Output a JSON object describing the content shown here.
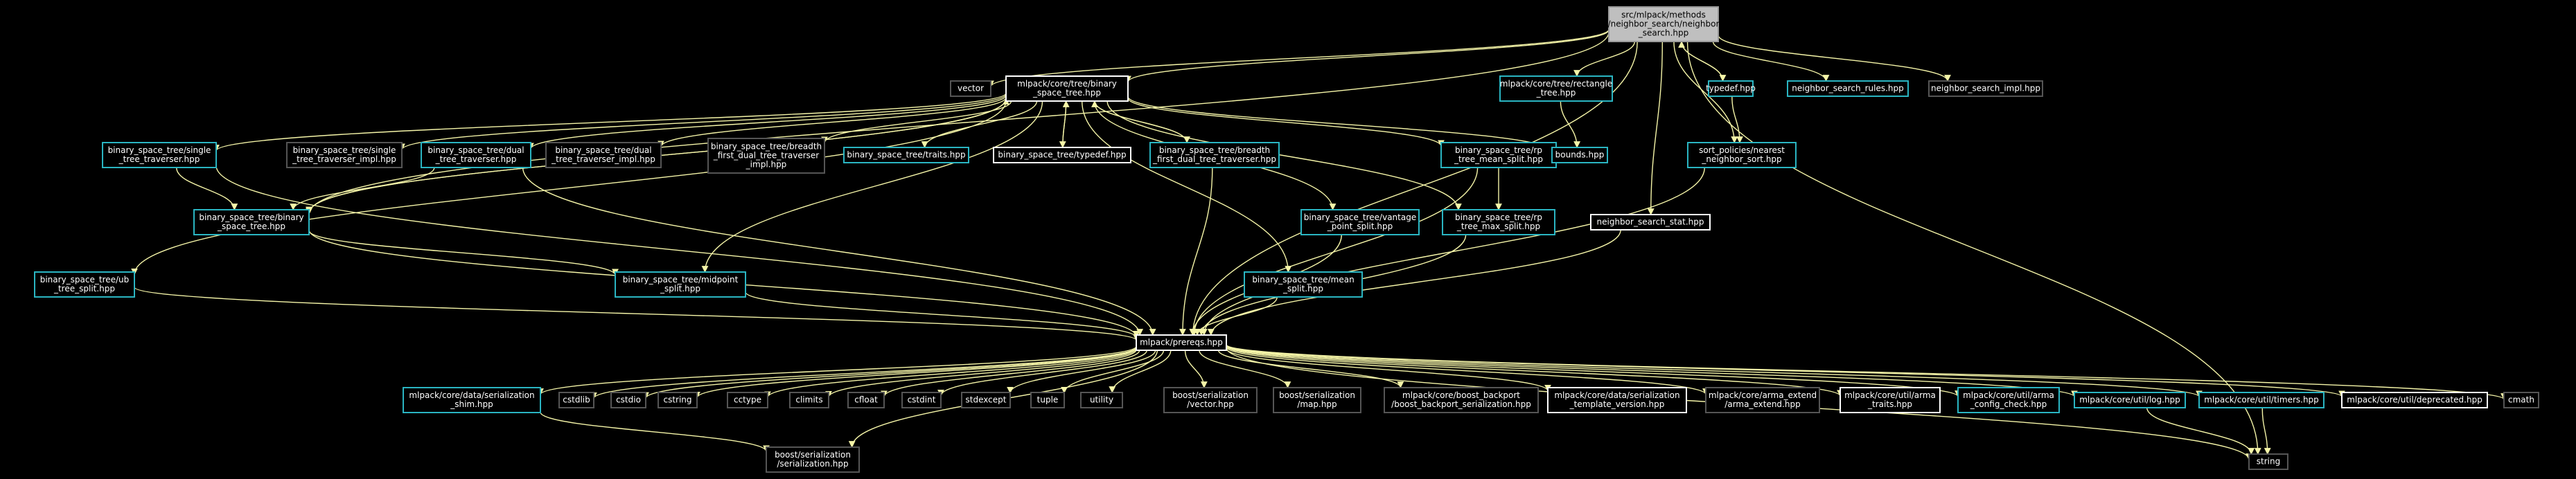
{
  "colors": {
    "background": "#000000",
    "edge": "#f5f5a8",
    "box_cyan": "#2ab5c2",
    "box_white": "#ffffff",
    "box_gray": "#555555",
    "root_fill": "#bfbfbf",
    "root_stroke": "#9a9a9a",
    "text_light": "#ffffff",
    "text_dark": "#000000"
  },
  "nodes": [
    {
      "id": "root",
      "lines": [
        "src/mlpack/methods",
        "/neighbor_search/neighbor",
        "_search.hpp"
      ],
      "style": "root"
    },
    {
      "id": "vector",
      "lines": [
        "vector"
      ],
      "style": "gray"
    },
    {
      "id": "bst",
      "lines": [
        "mlpack/core/tree/binary",
        "_space_tree.hpp"
      ],
      "style": "white"
    },
    {
      "id": "rect",
      "lines": [
        "mlpack/core/tree/rectangle",
        "_tree.hpp"
      ],
      "style": "cyan"
    },
    {
      "id": "typedef",
      "lines": [
        "typedef.hpp"
      ],
      "style": "cyan"
    },
    {
      "id": "nsrules",
      "lines": [
        "neighbor_search_rules.hpp"
      ],
      "style": "cyan"
    },
    {
      "id": "nsimpl",
      "lines": [
        "neighbor_search_impl.hpp"
      ],
      "style": "gray"
    },
    {
      "id": "single",
      "lines": [
        "binary_space_tree/single",
        "_tree_traverser.hpp"
      ],
      "style": "cyan"
    },
    {
      "id": "singleimpl",
      "lines": [
        "binary_space_tree/single",
        "_tree_traverser_impl.hpp"
      ],
      "style": "gray"
    },
    {
      "id": "dual",
      "lines": [
        "binary_space_tree/dual",
        "_tree_traverser.hpp"
      ],
      "style": "cyan"
    },
    {
      "id": "dualimpl",
      "lines": [
        "binary_space_tree/dual",
        "_tree_traverser_impl.hpp"
      ],
      "style": "gray"
    },
    {
      "id": "bfdtimpl",
      "lines": [
        "binary_space_tree/breadth",
        "_first_dual_tree_traverser",
        "_impl.hpp"
      ],
      "style": "gray"
    },
    {
      "id": "traits",
      "lines": [
        "binary_space_tree/traits.hpp"
      ],
      "style": "cyan"
    },
    {
      "id": "bsttypedef",
      "lines": [
        "binary_space_tree/typedef.hpp"
      ],
      "style": "white"
    },
    {
      "id": "bfdt",
      "lines": [
        "binary_space_tree/breadth",
        "_first_dual_tree_traverser.hpp"
      ],
      "style": "cyan"
    },
    {
      "id": "rpmean",
      "lines": [
        "binary_space_tree/rp",
        "_tree_mean_split.hpp"
      ],
      "style": "cyan"
    },
    {
      "id": "bounds",
      "lines": [
        "bounds.hpp"
      ],
      "style": "cyan"
    },
    {
      "id": "sortnearest",
      "lines": [
        "sort_policies/nearest",
        "_neighbor_sort.hpp"
      ],
      "style": "cyan"
    },
    {
      "id": "bstinner",
      "lines": [
        "binary_space_tree/binary",
        "_space_tree.hpp"
      ],
      "style": "cyan"
    },
    {
      "id": "vantage",
      "lines": [
        "binary_space_tree/vantage",
        "_point_split.hpp"
      ],
      "style": "cyan"
    },
    {
      "id": "rpmax",
      "lines": [
        "binary_space_tree/rp",
        "_tree_max_split.hpp"
      ],
      "style": "cyan"
    },
    {
      "id": "nsstat",
      "lines": [
        "neighbor_search_stat.hpp"
      ],
      "style": "white"
    },
    {
      "id": "ub",
      "lines": [
        "binary_space_tree/ub",
        "_tree_split.hpp"
      ],
      "style": "cyan"
    },
    {
      "id": "midpoint",
      "lines": [
        "binary_space_tree/midpoint",
        "_split.hpp"
      ],
      "style": "cyan"
    },
    {
      "id": "mean",
      "lines": [
        "binary_space_tree/mean",
        "_split.hpp"
      ],
      "style": "cyan"
    },
    {
      "id": "prereqs",
      "lines": [
        "mlpack/prereqs.hpp"
      ],
      "style": "white"
    },
    {
      "id": "shim",
      "lines": [
        "mlpack/core/data/serialization",
        "_shim.hpp"
      ],
      "style": "cyan"
    },
    {
      "id": "cstdlib",
      "lines": [
        "cstdlib"
      ],
      "style": "gray"
    },
    {
      "id": "cstdio",
      "lines": [
        "cstdio"
      ],
      "style": "gray"
    },
    {
      "id": "cstring",
      "lines": [
        "cstring"
      ],
      "style": "gray"
    },
    {
      "id": "cctype",
      "lines": [
        "cctype"
      ],
      "style": "gray"
    },
    {
      "id": "climits",
      "lines": [
        "climits"
      ],
      "style": "gray"
    },
    {
      "id": "cfloat",
      "lines": [
        "cfloat"
      ],
      "style": "gray"
    },
    {
      "id": "cstdint",
      "lines": [
        "cstdint"
      ],
      "style": "gray"
    },
    {
      "id": "stdexcept",
      "lines": [
        "stdexcept"
      ],
      "style": "gray"
    },
    {
      "id": "tuple",
      "lines": [
        "tuple"
      ],
      "style": "gray"
    },
    {
      "id": "utility",
      "lines": [
        "utility"
      ],
      "style": "gray"
    },
    {
      "id": "bvector",
      "lines": [
        "boost/serialization",
        "/vector.hpp"
      ],
      "style": "gray"
    },
    {
      "id": "bmap",
      "lines": [
        "boost/serialization",
        "/map.hpp"
      ],
      "style": "gray"
    },
    {
      "id": "backport",
      "lines": [
        "mlpack/core/boost_backport",
        "/boost_backport_serialization.hpp"
      ],
      "style": "gray"
    },
    {
      "id": "tplver",
      "lines": [
        "mlpack/core/data/serialization",
        "_template_version.hpp"
      ],
      "style": "white"
    },
    {
      "id": "armaext",
      "lines": [
        "mlpack/core/arma_extend",
        "/arma_extend.hpp"
      ],
      "style": "gray"
    },
    {
      "id": "armatraits",
      "lines": [
        "mlpack/core/util/arma",
        "_traits.hpp"
      ],
      "style": "white"
    },
    {
      "id": "armaconfig",
      "lines": [
        "mlpack/core/util/arma",
        "_config_check.hpp"
      ],
      "style": "cyan"
    },
    {
      "id": "log",
      "lines": [
        "mlpack/core/util/log.hpp"
      ],
      "style": "cyan"
    },
    {
      "id": "timers",
      "lines": [
        "mlpack/core/util/timers.hpp"
      ],
      "style": "cyan"
    },
    {
      "id": "deprecated",
      "lines": [
        "mlpack/core/util/deprecated.hpp"
      ],
      "style": "white"
    },
    {
      "id": "cmath",
      "lines": [
        "cmath"
      ],
      "style": "gray"
    },
    {
      "id": "bser",
      "lines": [
        "boost/serialization",
        "/serialization.hpp"
      ],
      "style": "gray"
    },
    {
      "id": "string",
      "lines": [
        "string"
      ],
      "style": "gray"
    }
  ],
  "edges": [
    [
      "root",
      "vector"
    ],
    [
      "root",
      "bst"
    ],
    [
      "root",
      "rect"
    ],
    [
      "root",
      "typedef"
    ],
    [
      "root",
      "nsrules"
    ],
    [
      "root",
      "nsimpl"
    ],
    [
      "root",
      "sortnearest"
    ],
    [
      "root",
      "nsstat"
    ],
    [
      "root",
      "prereqs"
    ],
    [
      "root",
      "bstinner"
    ],
    [
      "root",
      "string"
    ],
    [
      "typedef",
      "root"
    ],
    [
      "typedef",
      "sortnearest"
    ],
    [
      "rect",
      "bounds"
    ],
    [
      "bst",
      "single"
    ],
    [
      "bst",
      "singleimpl"
    ],
    [
      "bst",
      "dual"
    ],
    [
      "bst",
      "dualimpl"
    ],
    [
      "bst",
      "bfdtimpl"
    ],
    [
      "bst",
      "traits"
    ],
    [
      "bst",
      "bsttypedef"
    ],
    [
      "bst",
      "bfdt"
    ],
    [
      "bst",
      "rpmean"
    ],
    [
      "bst",
      "bounds"
    ],
    [
      "bst",
      "bstinner"
    ],
    [
      "bst",
      "vantage"
    ],
    [
      "bst",
      "rpmax"
    ],
    [
      "bst",
      "ub"
    ],
    [
      "bst",
      "midpoint"
    ],
    [
      "bst",
      "mean"
    ],
    [
      "bsttypedef",
      "bst"
    ],
    [
      "bfdt",
      "bst"
    ],
    [
      "bstinner",
      "bst"
    ],
    [
      "single",
      "bstinner"
    ],
    [
      "dual",
      "bstinner"
    ],
    [
      "rpmean",
      "rpmax"
    ],
    [
      "single",
      "prereqs"
    ],
    [
      "dual",
      "prereqs"
    ],
    [
      "bfdt",
      "prereqs"
    ],
    [
      "rpmean",
      "prereqs"
    ],
    [
      "sortnearest",
      "prereqs"
    ],
    [
      "bstinner",
      "prereqs"
    ],
    [
      "bstinner",
      "midpoint"
    ],
    [
      "vantage",
      "prereqs"
    ],
    [
      "rpmax",
      "prereqs"
    ],
    [
      "nsstat",
      "prereqs"
    ],
    [
      "ub",
      "prereqs"
    ],
    [
      "midpoint",
      "prereqs"
    ],
    [
      "mean",
      "prereqs"
    ],
    [
      "prereqs",
      "shim"
    ],
    [
      "prereqs",
      "cstdlib"
    ],
    [
      "prereqs",
      "cstdio"
    ],
    [
      "prereqs",
      "cstring"
    ],
    [
      "prereqs",
      "cctype"
    ],
    [
      "prereqs",
      "climits"
    ],
    [
      "prereqs",
      "cfloat"
    ],
    [
      "prereqs",
      "cstdint"
    ],
    [
      "prereqs",
      "stdexcept"
    ],
    [
      "prereqs",
      "tuple"
    ],
    [
      "prereqs",
      "utility"
    ],
    [
      "prereqs",
      "bvector"
    ],
    [
      "prereqs",
      "bmap"
    ],
    [
      "prereqs",
      "backport"
    ],
    [
      "prereqs",
      "tplver"
    ],
    [
      "prereqs",
      "armaext"
    ],
    [
      "prereqs",
      "armatraits"
    ],
    [
      "prereqs",
      "armaconfig"
    ],
    [
      "prereqs",
      "log"
    ],
    [
      "prereqs",
      "timers"
    ],
    [
      "prereqs",
      "deprecated"
    ],
    [
      "prereqs",
      "cmath"
    ],
    [
      "prereqs",
      "bser"
    ],
    [
      "prereqs",
      "string"
    ],
    [
      "shim",
      "bser"
    ],
    [
      "log",
      "string"
    ],
    [
      "timers",
      "string"
    ]
  ]
}
